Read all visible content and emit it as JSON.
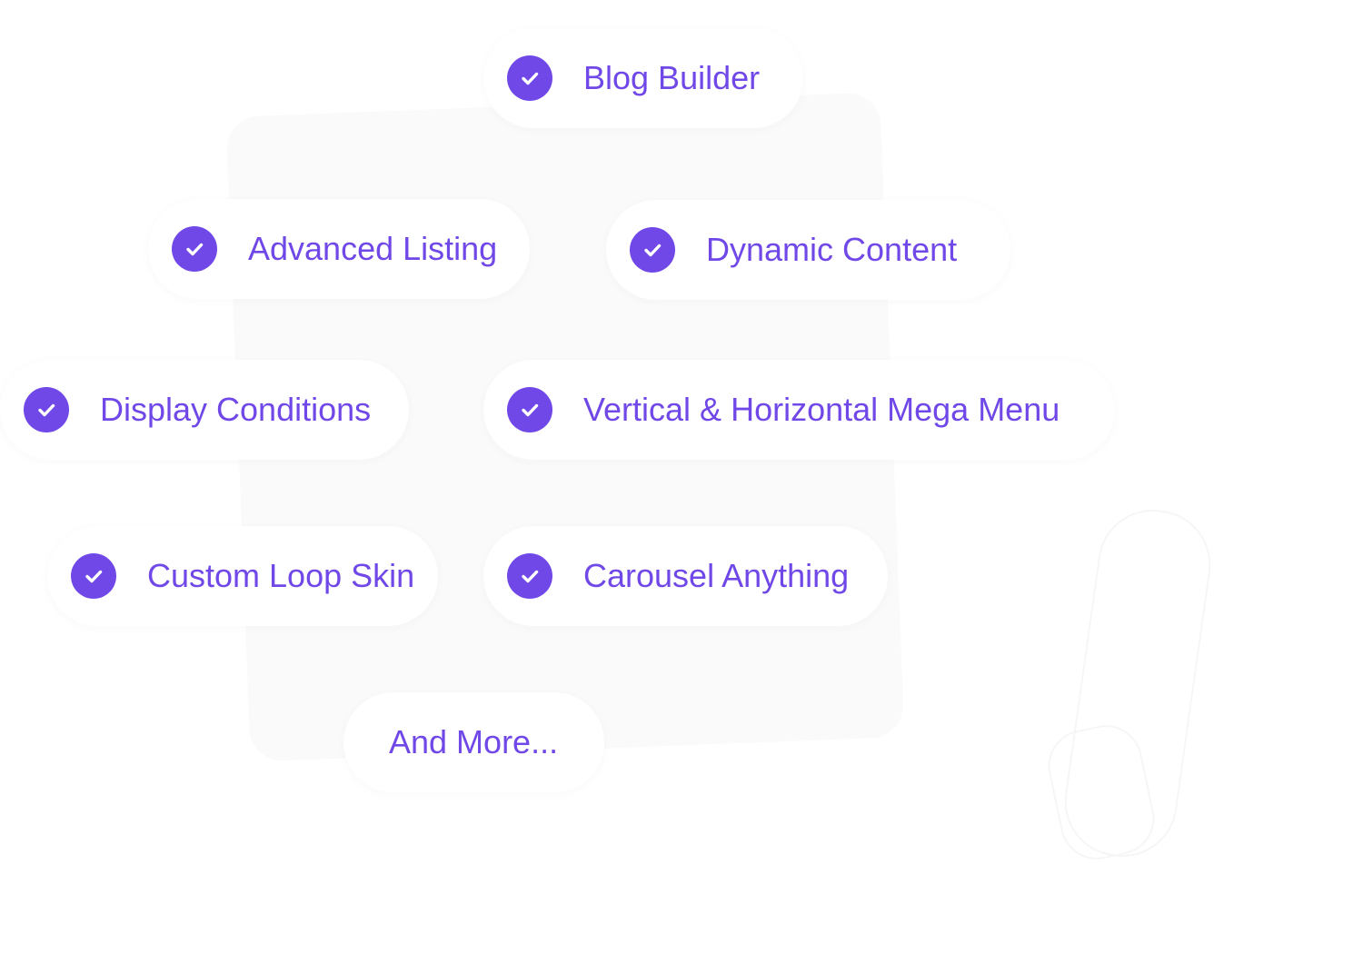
{
  "colors": {
    "accent": "#7048e8",
    "pill_background": "#ffffff",
    "backdrop": "#fafafa"
  },
  "features": [
    {
      "label": "Blog Builder",
      "icon": "check-circle-icon"
    },
    {
      "label": "Advanced Listing",
      "icon": "check-circle-icon"
    },
    {
      "label": "Dynamic Content",
      "icon": "check-circle-icon"
    },
    {
      "label": "Display Conditions",
      "icon": "check-circle-icon"
    },
    {
      "label": "Vertical & Horizontal Mega Menu",
      "icon": "check-circle-icon"
    },
    {
      "label": "Custom Loop Skin",
      "icon": "check-circle-icon"
    },
    {
      "label": "Carousel Anything",
      "icon": "check-circle-icon"
    }
  ],
  "more": {
    "label": "And More..."
  }
}
